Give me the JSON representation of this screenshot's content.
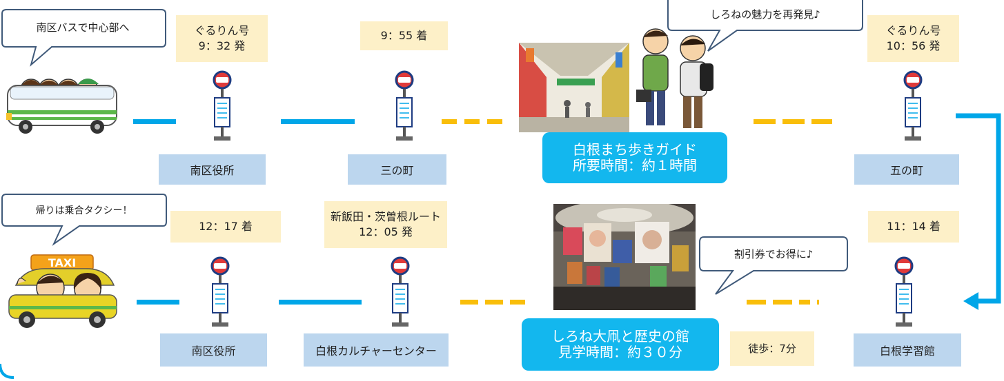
{
  "bubbles": {
    "south_bus": "南区バスで中心部へ",
    "shirone_charm": "しろねの魅力を再発見♪",
    "return_taxi": "帰りは乗合タクシー！",
    "discount": "割引券でお得に♪"
  },
  "times": {
    "t1_route": "ぐるりん号",
    "t1_time": "9：32 発",
    "t2": "9：55 着",
    "t3_route": "ぐるりん号",
    "t3_time": "10：56 発",
    "t4": "11：14 着",
    "t5_route": "新飯田・茨曽根ルート",
    "t5_time": "12：05 発",
    "t6": "12：17 着"
  },
  "stations": {
    "s1": "南区役所",
    "s2": "三の町",
    "s3": "五の町",
    "s4": "白根学習館",
    "s5": "白根カルチャーセンター",
    "s6": "南区役所"
  },
  "guides": {
    "walk_line1": "白根まち歩きガイド",
    "walk_line2": "所要時間：約１時間",
    "museum_line1": "しろね大凧と歴史の館",
    "museum_line2": "見学時間：約３０分"
  },
  "walk_note": "徒歩：7分",
  "taxi_sign": "TAXI",
  "colors": {
    "bus_line": "#00a6e8",
    "walk_line": "#f9be0a",
    "time_box": "#fdf0c8",
    "station_box": "#bcd6ee",
    "guide_box": "#13b7ee"
  }
}
